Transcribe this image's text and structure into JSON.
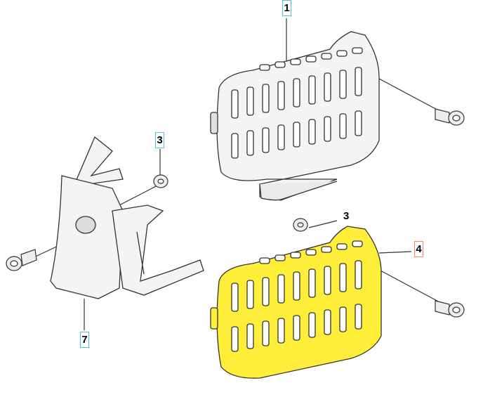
{
  "diagram": {
    "parts": [
      {
        "id": "1",
        "name": "cover",
        "highlight": false
      },
      {
        "id": "3",
        "name": "washer-upper-left",
        "highlight": false
      },
      {
        "id": "3",
        "name": "washer-right",
        "highlight": false
      },
      {
        "id": "4",
        "name": "cover-highlighted",
        "highlight": true
      },
      {
        "id": "7",
        "name": "bracket",
        "highlight": false
      }
    ],
    "labels": {
      "p1": "1",
      "p3a": "3",
      "p3b": "3",
      "p4": "4",
      "p7": "7"
    },
    "colors": {
      "highlight": "#ffef3a",
      "outline": "#333333",
      "cyan_box": "#4fc3d0",
      "red_box": "#f08a5d",
      "gray_part": "#f4f4f4"
    }
  }
}
